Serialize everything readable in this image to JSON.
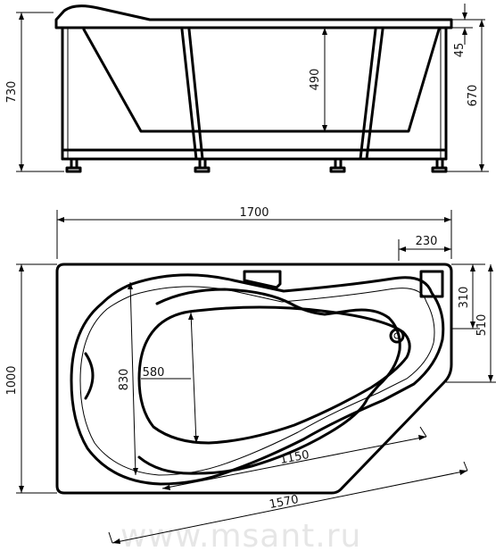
{
  "side_view": {
    "dims": {
      "total_height": "730",
      "depth": "490",
      "rim": "45",
      "frame_height": "670"
    }
  },
  "top_view": {
    "dims": {
      "length": "1700",
      "corner_offset": "230",
      "short_side": "310",
      "right_side": "510",
      "width": "1000",
      "bowl_length": "830",
      "bowl_width": "580",
      "inner_length": "1150",
      "diagonal_length": "1570"
    }
  },
  "watermark": "www.msant.ru"
}
